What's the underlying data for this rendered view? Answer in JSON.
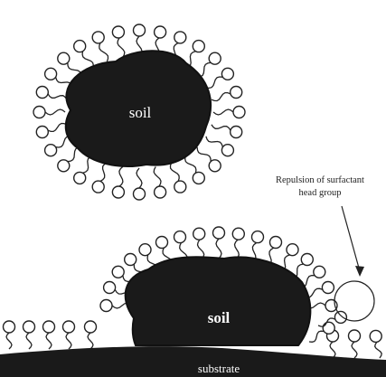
{
  "diagram": {
    "top_particle": {
      "label": "soil"
    },
    "bottom_particle": {
      "label": "soil"
    },
    "substrate": {
      "label": "substrate"
    },
    "annotation": {
      "line1": "Repulsion of surfactant",
      "line2": "head group"
    },
    "colors": {
      "soil": "#1a1a1a",
      "line": "#222222",
      "background": "#ffffff",
      "text_on_dark": "#ffffff"
    }
  }
}
